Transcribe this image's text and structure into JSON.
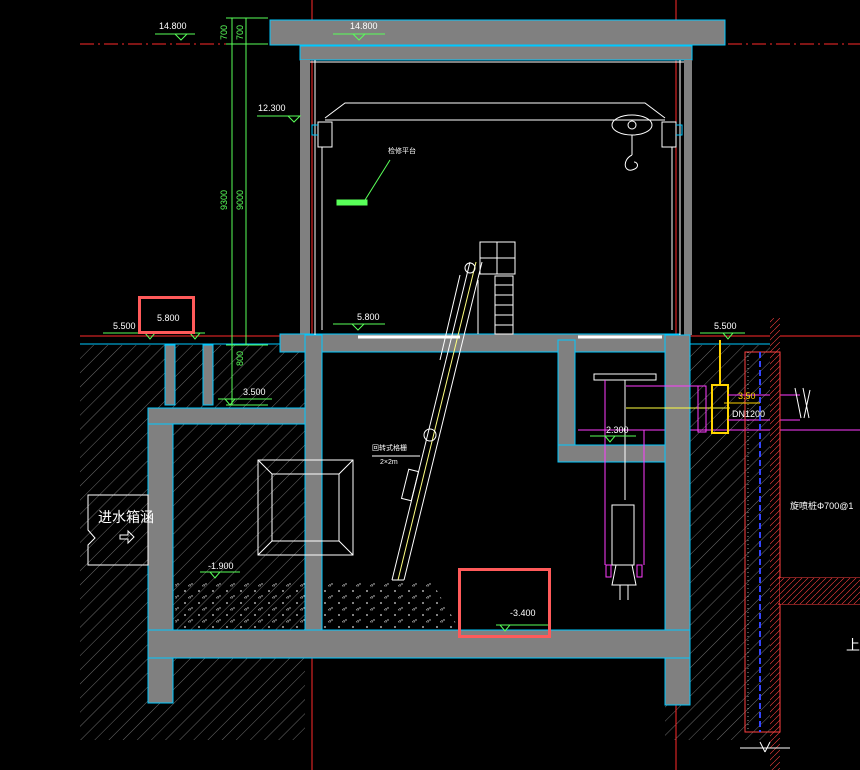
{
  "elevations": {
    "roof_top_left": "14.800",
    "roof_top_right": "14.800",
    "crane_beam": "12.300",
    "ground_left_outer": "5.500",
    "ground_left_highlight": "5.800",
    "floor_center": "5.800",
    "ground_right": "5.500",
    "inlet_culvert_top": "3.500",
    "pump_shelf": "2.300",
    "well_bottom_left": "-1.900",
    "well_bottom_highlight": "-3.400",
    "pipe_elev": "3.50"
  },
  "dimensions": {
    "d700a": "700",
    "d700b": "700",
    "d9300": "9300",
    "d9000": "9000",
    "d800": "800"
  },
  "labels": {
    "maintenance_platform": "检修平台",
    "screen": "回转式格栅",
    "screen_size": "2×2m",
    "pipe": "DN1200",
    "inlet_culvert": "进水箱涵",
    "pile": "旋喷桩Φ700@1",
    "right_edge": "上"
  },
  "colors": {
    "background": "#000000",
    "concrete": "#808080",
    "cyan": "#00c8ff",
    "red_axis": "#ff2a2a",
    "green_dim": "#59ff59",
    "highlight": "#ff5a5a",
    "magenta": "#ff3dff",
    "yellow": "#ffd400"
  }
}
